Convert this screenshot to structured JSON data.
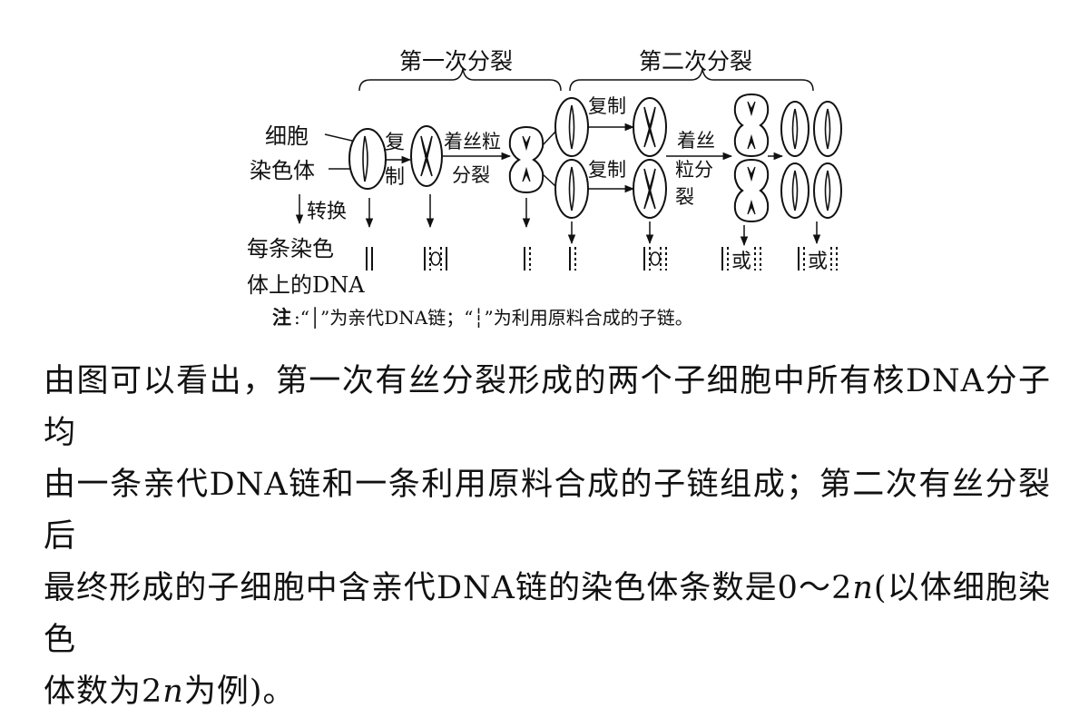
{
  "diagram": {
    "first_division": "第一次分裂",
    "second_division": "第二次分裂",
    "cell_label": "细胞",
    "chromosome_label": "染色体",
    "convert_label": "转换",
    "dna_label_line1": "每条染色",
    "dna_label_line2": "体上的DNA",
    "replicate_1": "复",
    "replicate_2": "制",
    "centromere_split_top": "着丝粒",
    "centromere_split_bottom": "分裂",
    "replicate_upper": "复制",
    "replicate_lower": "复制",
    "centromere2_line1": "着丝",
    "centromere2_line2": "粒分",
    "centromere2_line3": "裂",
    "or_1": "或",
    "or_2": "或",
    "note_prefix": "注",
    "note_text": ":“│”为亲代DNA链；“┆”为利用原料合成的子链。"
  },
  "paragraph": {
    "line1": "由图可以看出，第一次有丝分裂形成的两个子细胞中所有核DNA分子均",
    "line2": "由一条亲代DNA链和一条利用原料合成的子链组成；第二次有丝分裂后",
    "line3_a": "最终形成的子细胞中含亲代DNA链的染色体条数是0～2",
    "line3_n": "n",
    "line3_b": "(以体细胞染色",
    "line4_a": "体数为2",
    "line4_n": "n",
    "line4_b": "为例)。"
  }
}
